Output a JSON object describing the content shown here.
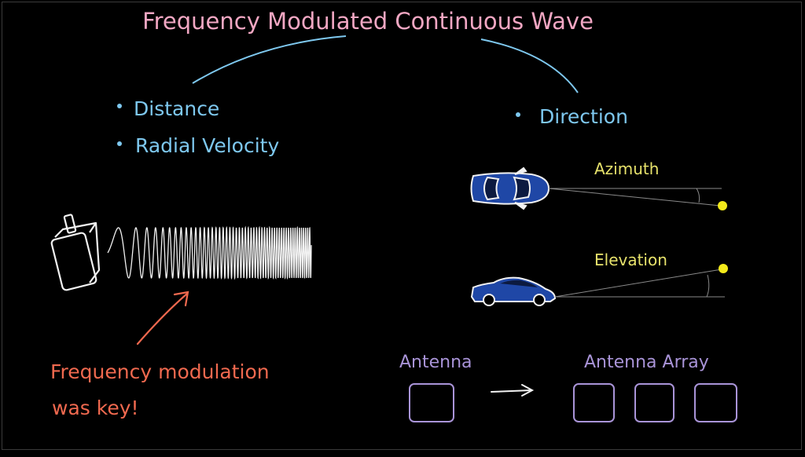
{
  "title": "Frequency Modulated Continuous Wave",
  "left_bullets": [
    "Distance",
    "Radial Velocity"
  ],
  "right_bullet": "Direction",
  "azimuth_label": "Azimuth",
  "elevation_label": "Elevation",
  "callout": [
    "Frequency modulation",
    "was key!"
  ],
  "antenna_label": "Antenna",
  "antenna_array_label": "Antenna Array",
  "colors": {
    "title": "#f2a7c3",
    "bullets": "#7ec8ef",
    "angle_labels": "#e7e26b",
    "callout": "#f0694f",
    "antenna": "#a994d8",
    "car": "#1f47a6",
    "target": "#f3ea1a",
    "wave": "#f2f2f2"
  }
}
